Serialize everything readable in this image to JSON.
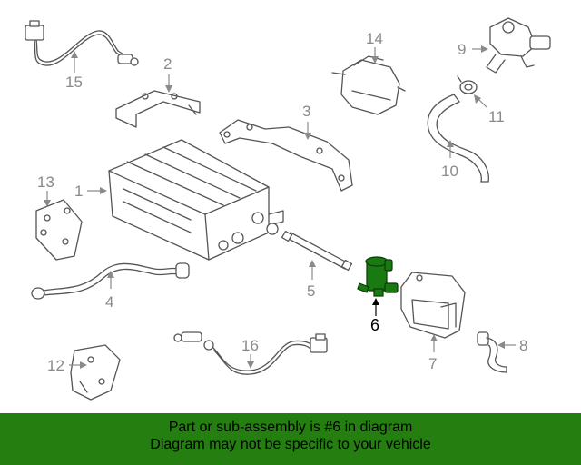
{
  "diagram": {
    "callouts": [
      {
        "id": "1",
        "label": "1"
      },
      {
        "id": "2",
        "label": "2"
      },
      {
        "id": "3",
        "label": "3"
      },
      {
        "id": "4",
        "label": "4"
      },
      {
        "id": "5",
        "label": "5"
      },
      {
        "id": "6",
        "label": "6"
      },
      {
        "id": "7",
        "label": "7"
      },
      {
        "id": "8",
        "label": "8"
      },
      {
        "id": "9",
        "label": "9"
      },
      {
        "id": "10",
        "label": "10"
      },
      {
        "id": "11",
        "label": "11"
      },
      {
        "id": "12",
        "label": "12"
      },
      {
        "id": "13",
        "label": "13"
      },
      {
        "id": "14",
        "label": "14"
      },
      {
        "id": "15",
        "label": "15"
      },
      {
        "id": "16",
        "label": "16"
      }
    ],
    "highlighted_part": "6",
    "colors": {
      "highlight": "#1a7a12",
      "banner": "#247f10",
      "line": "#555555",
      "callout": "#8a8a8a"
    }
  },
  "banner": {
    "line1": "Part or sub-assembly is #6 in diagram",
    "line2": "Diagram may not be specific to your vehicle"
  }
}
